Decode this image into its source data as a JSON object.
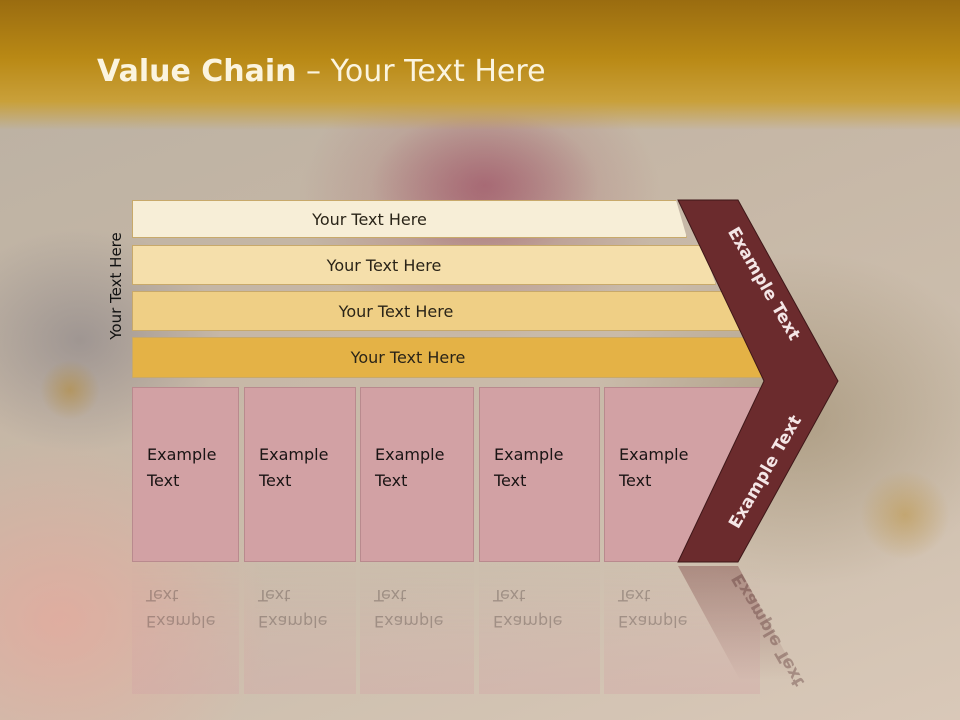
{
  "slide": {
    "title_bold": "Value Chain",
    "title_rest": " – Your Text Here",
    "side_label": "Your Text Here",
    "bars": [
      {
        "label": "Your Text Here",
        "color": "#f7eed7"
      },
      {
        "label": "Your Text Here",
        "color": "#f5dfab"
      },
      {
        "label": "Your Text Here",
        "color": "#efcf85"
      },
      {
        "label": "Your Text Here",
        "color": "#e4b246"
      }
    ],
    "columns": [
      {
        "text": "Example Text"
      },
      {
        "text": "Example Text"
      },
      {
        "text": "Example Text"
      },
      {
        "text": "Example Text"
      },
      {
        "text": "Example Text"
      }
    ],
    "chevron_top_text": "Example Text",
    "chevron_bottom_text": "Example Text",
    "colors": {
      "header": "#b98915",
      "chevron": "#6b2b2d",
      "column": "#d2a1a4"
    }
  }
}
